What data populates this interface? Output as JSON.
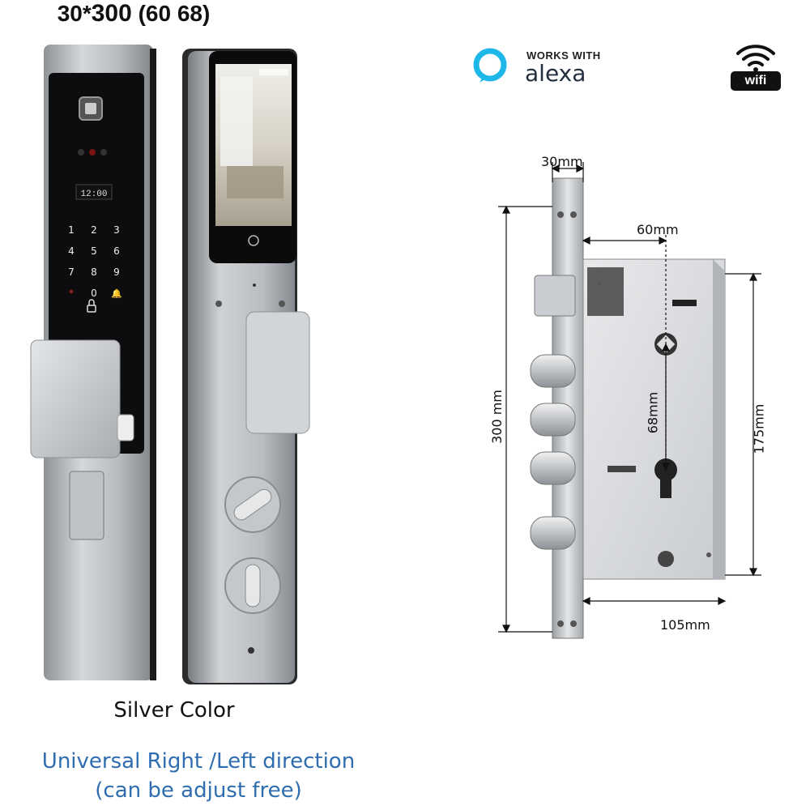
{
  "product": {
    "color_label": "Silver Color",
    "direction_line1": "Universal Right /Left direction",
    "direction_line2": "(can be adjust free)"
  },
  "lock_panel": {
    "clock": "12:00",
    "keypad": [
      "1",
      "2",
      "3",
      "4",
      "5",
      "6",
      "7",
      "8",
      "9",
      "*",
      "0",
      "🔔"
    ]
  },
  "badges": {
    "alexa_works": "WORKS WITH",
    "alexa_name": "alexa",
    "wifi": "wifi"
  },
  "mortise": {
    "dim_top": "30mm",
    "dim_inner": "60mm",
    "dim_left": "300 mm",
    "dim_center": "68mm",
    "dim_right": "175mm",
    "dim_bottom": "105mm",
    "spec_a": "30*",
    "spec_b": "300",
    "spec_c": "(60 68)"
  },
  "colors": {
    "brand_alexa": "#1fb6e8",
    "silver": "#b8bcc0",
    "caption_blue": "#2f6db0"
  }
}
